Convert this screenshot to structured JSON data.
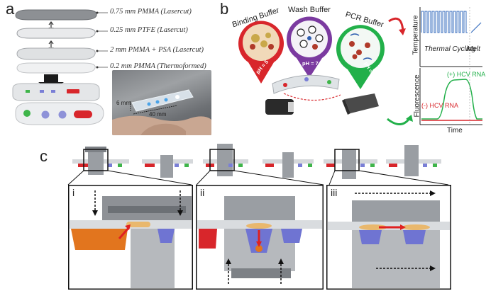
{
  "panels": {
    "a": "a",
    "b": "b",
    "c": "c"
  },
  "panel_a": {
    "layers": [
      "0.75 mm PMMA (Lasercut)",
      "0.25 mm PTFE (Lasercut)",
      "2 mm PMMA + PSA (Lasercut)",
      "0.2 mm PMMA (Thermoformed)"
    ],
    "photo_dims": {
      "height": "6 mm",
      "width": "40 mm"
    }
  },
  "panel_b": {
    "bubbles": [
      {
        "title": "Binding Buffer",
        "ph": "pH = 5",
        "color": "#d8262b"
      },
      {
        "title": "Wash Buffer",
        "ph": "pH = 7",
        "color": "#7b3aa0"
      },
      {
        "title": "PCR Buffer",
        "ph": "pH = 8.5",
        "color": "#22b04a"
      }
    ],
    "temp_chart": {
      "ylabel": "Temperature",
      "cycling_label": "Thermal Cycling",
      "melt_label": "Melt"
    },
    "fluor_chart": {
      "ylabel": "Fluorescence",
      "xlabel": "Time",
      "pos_label": "(+) HCV RNA",
      "neg_label": "(-) HCV RNA",
      "pos_color": "#22b04a",
      "neg_color": "#d8262b",
      "cycle_color": "#3a6fbf"
    }
  },
  "panel_c": {
    "sub_labels": [
      "i",
      "ii",
      "iii"
    ]
  }
}
